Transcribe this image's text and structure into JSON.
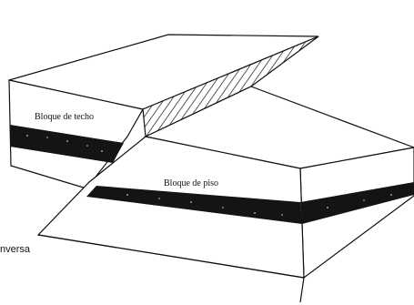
{
  "labels": {
    "hanging_wall": "Bloque de techo",
    "footwall": "Bloque de piso",
    "caption_fragment": "nversa"
  },
  "colors": {
    "line": "#111111",
    "fill": "#ffffff",
    "layer": "#141414",
    "speckle": "#c8c8c8"
  }
}
